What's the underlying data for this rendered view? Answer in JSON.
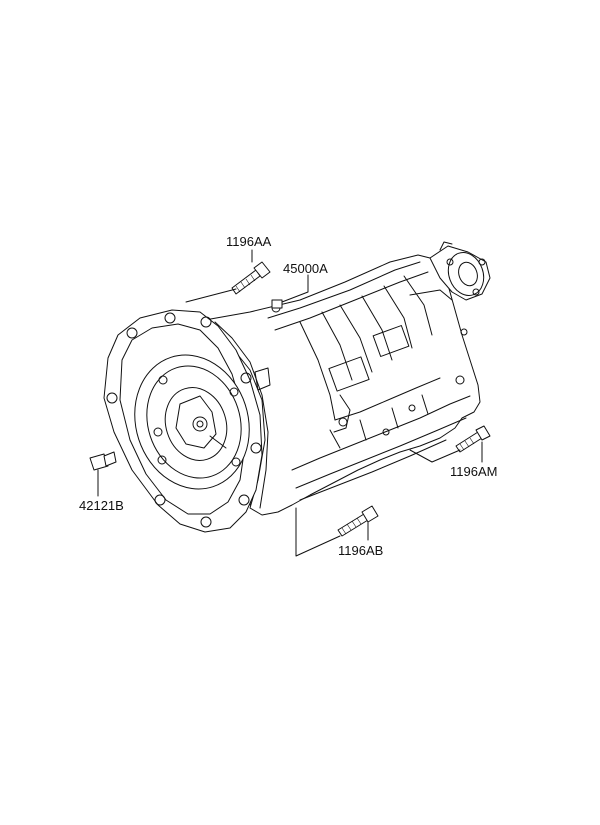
{
  "diagram": {
    "labels": {
      "bolt_top": "1196AA",
      "transmission": "45000A",
      "bolt_left": "42121B",
      "bolt_right": "1196AM",
      "bolt_bottom": "1196AB"
    },
    "colors": {
      "ink": "#111111",
      "background": "#ffffff"
    }
  }
}
